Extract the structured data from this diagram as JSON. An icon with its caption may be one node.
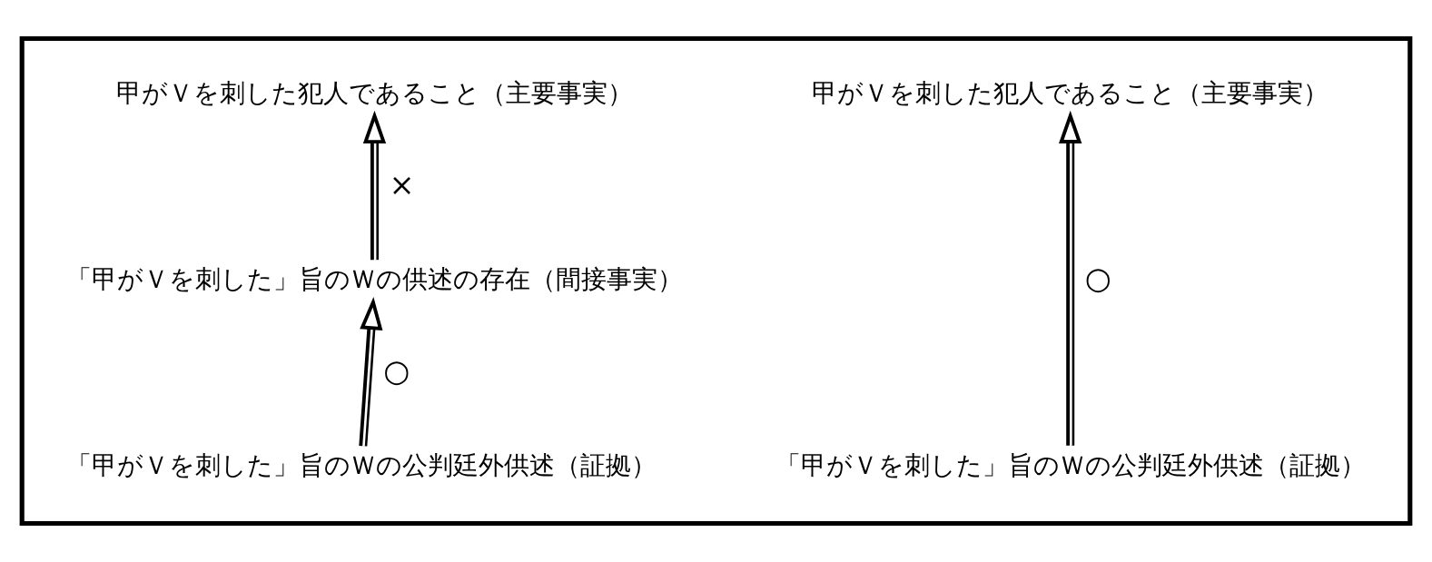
{
  "diagram": {
    "nodes": [
      {
        "text": [],
        "shape": "box"
      },
      {
        "text": [
          "甲がＶを刺した犯人であること（主要事実）"
        ],
        "in": 0
      },
      {
        "text": [
          "「甲がＶを刺した」旨のＷの供述の存在（間接事実）"
        ],
        "in": 0
      },
      {
        "text": [
          "「甲がＶを刺した」旨のＷの公判廷外供述（証拠）"
        ],
        "in": 0
      },
      {
        "text": [
          "甲がＶを刺した犯人であること（主要事実）"
        ],
        "in": 0
      },
      {
        "text": [
          "「甲がＶを刺した」旨のＷの公判廷外供述（証拠）"
        ],
        "in": 0
      }
    ],
    "edges": [
      {
        "from": 2,
        "to": 1,
        "arrow": "to",
        "label": "×"
      },
      {
        "from": 3,
        "to": 2,
        "arrow": "to",
        "label": "○"
      },
      {
        "from": 5,
        "to": 4,
        "arrow": "to",
        "label": "○"
      }
    ]
  }
}
